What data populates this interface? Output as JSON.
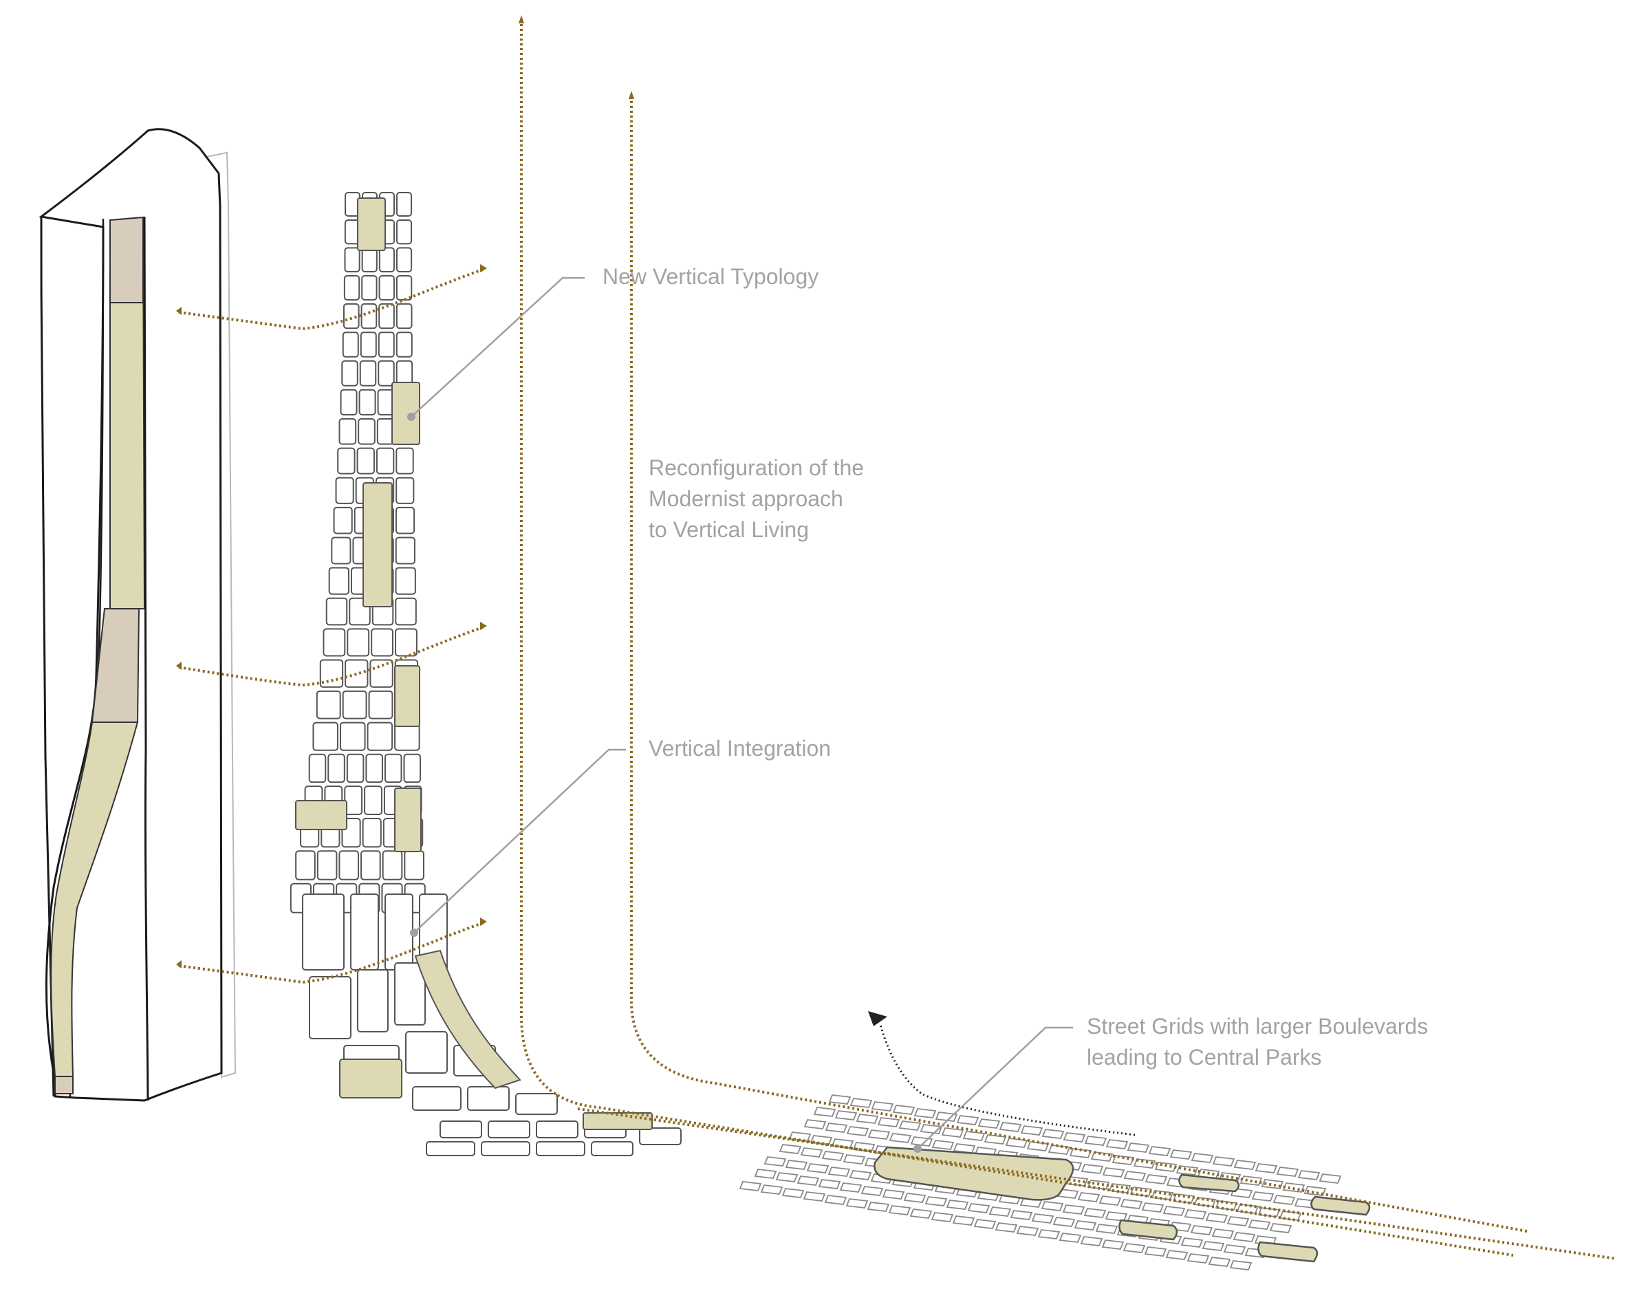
{
  "annotations": {
    "new_vertical_typology": "New Vertical Typology",
    "reconfiguration": [
      "Reconfiguration of the",
      "Modernist approach",
      "to Vertical Living"
    ],
    "vertical_integration": "Vertical Integration",
    "street_grids": [
      "Street Grids with larger Boulevards",
      "leading to Central Parks"
    ]
  },
  "colors": {
    "highlight_green": "#ddd9b4",
    "highlight_tan": "#d8cdbd",
    "dotted_guide": "#8a6a22",
    "leader_line": "#a0a0a0",
    "label_text": "#a3a3a3",
    "outline": "#222222"
  }
}
